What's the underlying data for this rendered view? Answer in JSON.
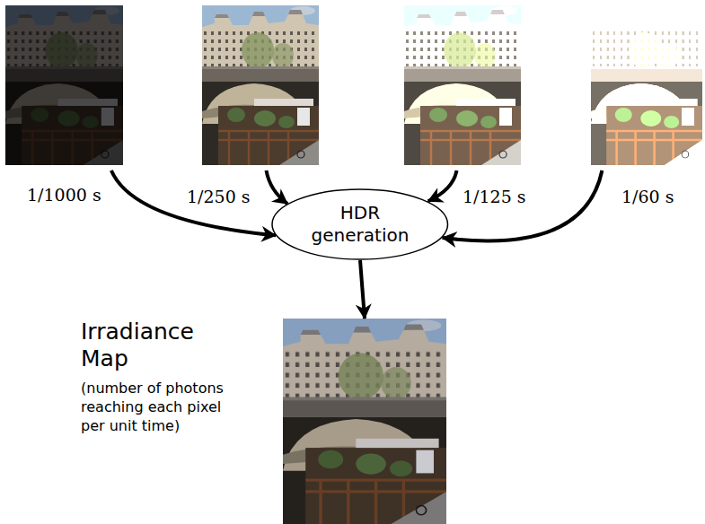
{
  "diagram": {
    "nodes": [
      {
        "text": [
          "1/1000 s"
        ]
      },
      {
        "text": [
          "1/250 s"
        ]
      },
      {
        "text": [
          "1/125 s"
        ]
      },
      {
        "text": [
          "1/60 s"
        ]
      },
      {
        "text": [
          "HDR generation"
        ]
      },
      {
        "text": [
          "Irradiance Map",
          "(number of photons reaching each pixel per unit time)"
        ]
      }
    ],
    "edges": [
      {
        "from": 0,
        "to": 4,
        "arrow": "to"
      },
      {
        "from": 1,
        "to": 4,
        "arrow": "to"
      },
      {
        "from": 2,
        "to": 4,
        "arrow": "to"
      },
      {
        "from": 3,
        "to": 4,
        "arrow": "to"
      },
      {
        "from": 4,
        "to": 5,
        "arrow": "to"
      }
    ]
  }
}
